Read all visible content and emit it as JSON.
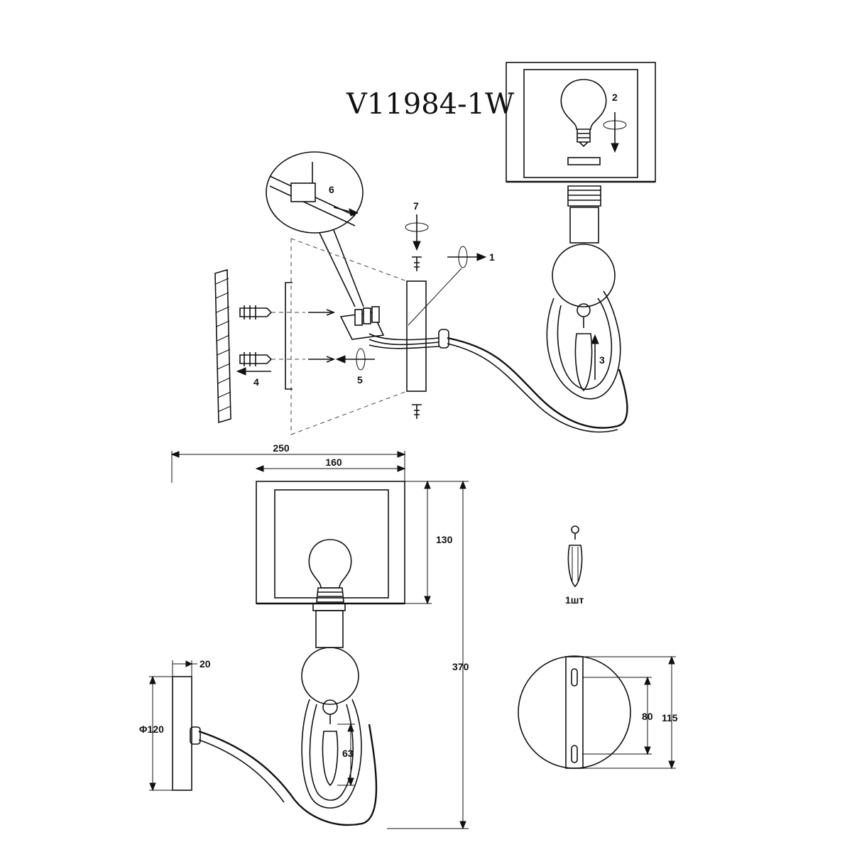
{
  "title": "V11984-1W",
  "steps": [
    "1",
    "2",
    "3",
    "4",
    "5",
    "6",
    "7"
  ],
  "dimensions": {
    "overall_width": "250",
    "shade_width": "160",
    "shade_height": "130",
    "overall_height": "370",
    "base_depth": "20",
    "base_diameter": "Φ120",
    "crystal_length": "63",
    "mount_slot_spacing": "80",
    "mount_height": "115"
  },
  "crystal_count": "1шт"
}
